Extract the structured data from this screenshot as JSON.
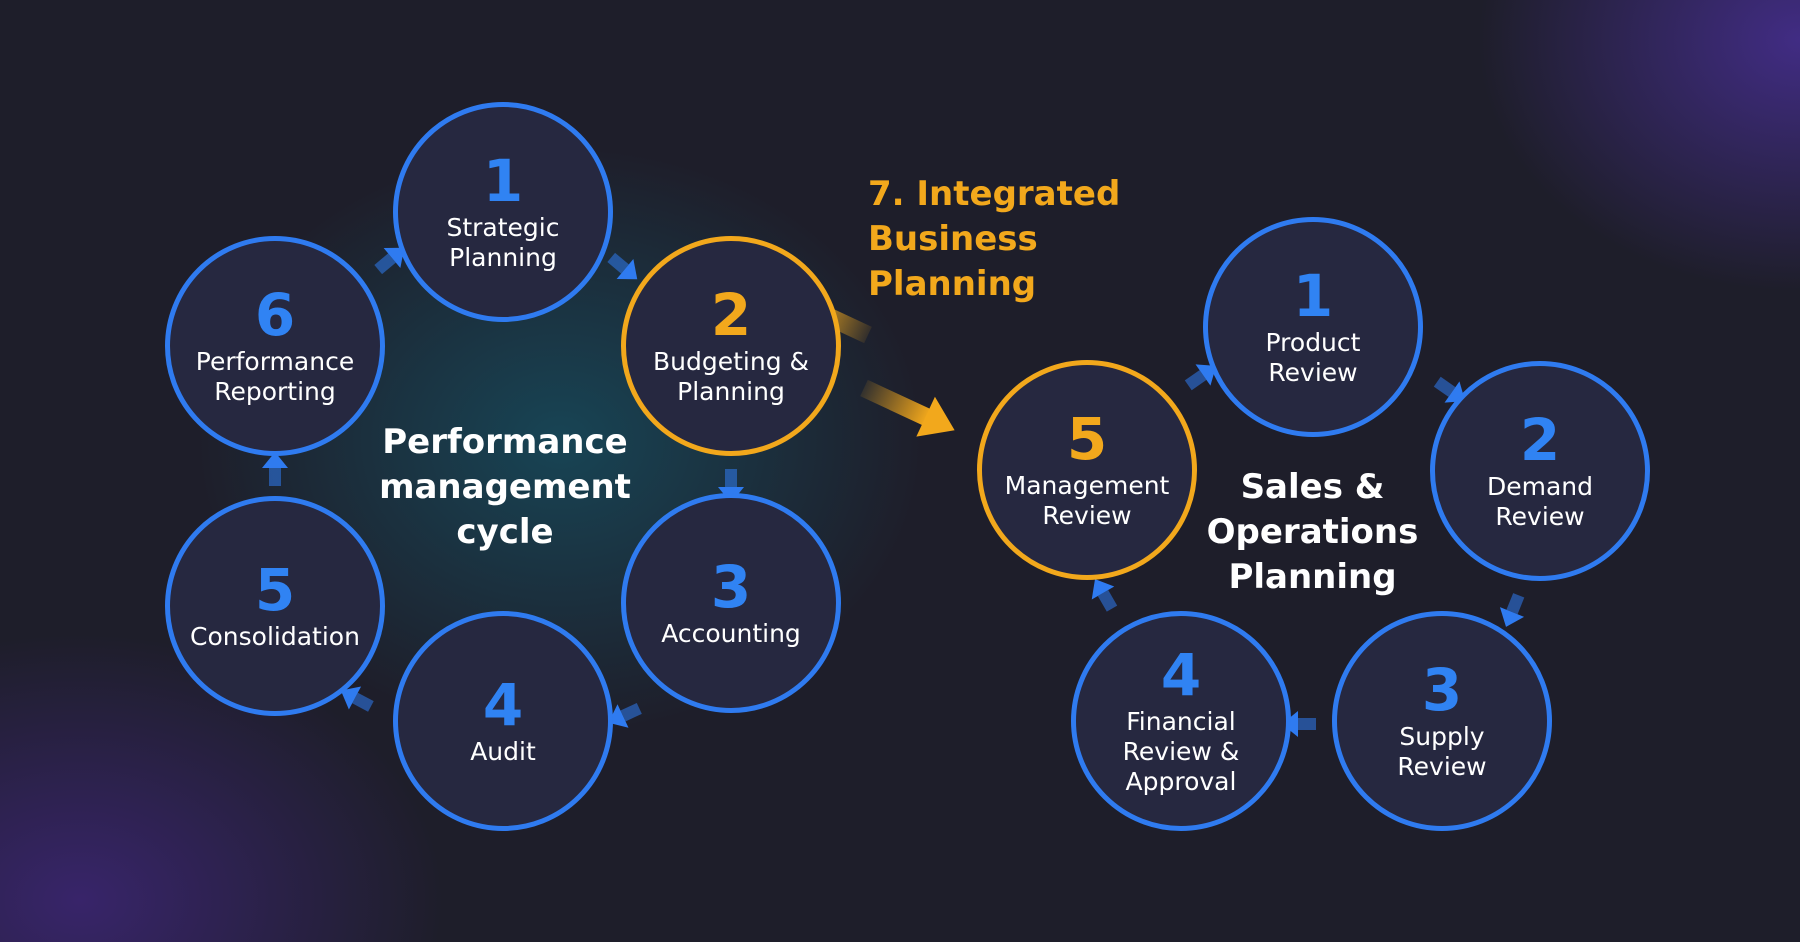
{
  "colors": {
    "accent_blue": "#2f7bf0",
    "accent_orange": "#f2a81c",
    "circle_fill": "#262840",
    "text": "#ffffff"
  },
  "performance_cycle": {
    "title": "Performance\nmanagement\ncycle",
    "steps": [
      {
        "number": "1",
        "label": "Strategic\nPlanning",
        "highlight": false
      },
      {
        "number": "2",
        "label": "Budgeting &\nPlanning",
        "highlight": true
      },
      {
        "number": "3",
        "label": "Accounting",
        "highlight": false
      },
      {
        "number": "4",
        "label": "Audit",
        "highlight": false
      },
      {
        "number": "5",
        "label": "Consolidation",
        "highlight": false
      },
      {
        "number": "6",
        "label": "Performance\nReporting",
        "highlight": false
      }
    ]
  },
  "integrated_business_planning": {
    "title": "7. Integrated\n    Business\n    Planning"
  },
  "sop_cycle": {
    "title": "Sales &\nOperations\nPlanning",
    "steps": [
      {
        "number": "1",
        "label": "Product\nReview",
        "highlight": false
      },
      {
        "number": "2",
        "label": "Demand\nReview",
        "highlight": false
      },
      {
        "number": "3",
        "label": "Supply\nReview",
        "highlight": false
      },
      {
        "number": "4",
        "label": "Financial\nReview &\nApproval",
        "highlight": false
      },
      {
        "number": "5",
        "label": "Management\nReview",
        "highlight": true
      }
    ]
  }
}
